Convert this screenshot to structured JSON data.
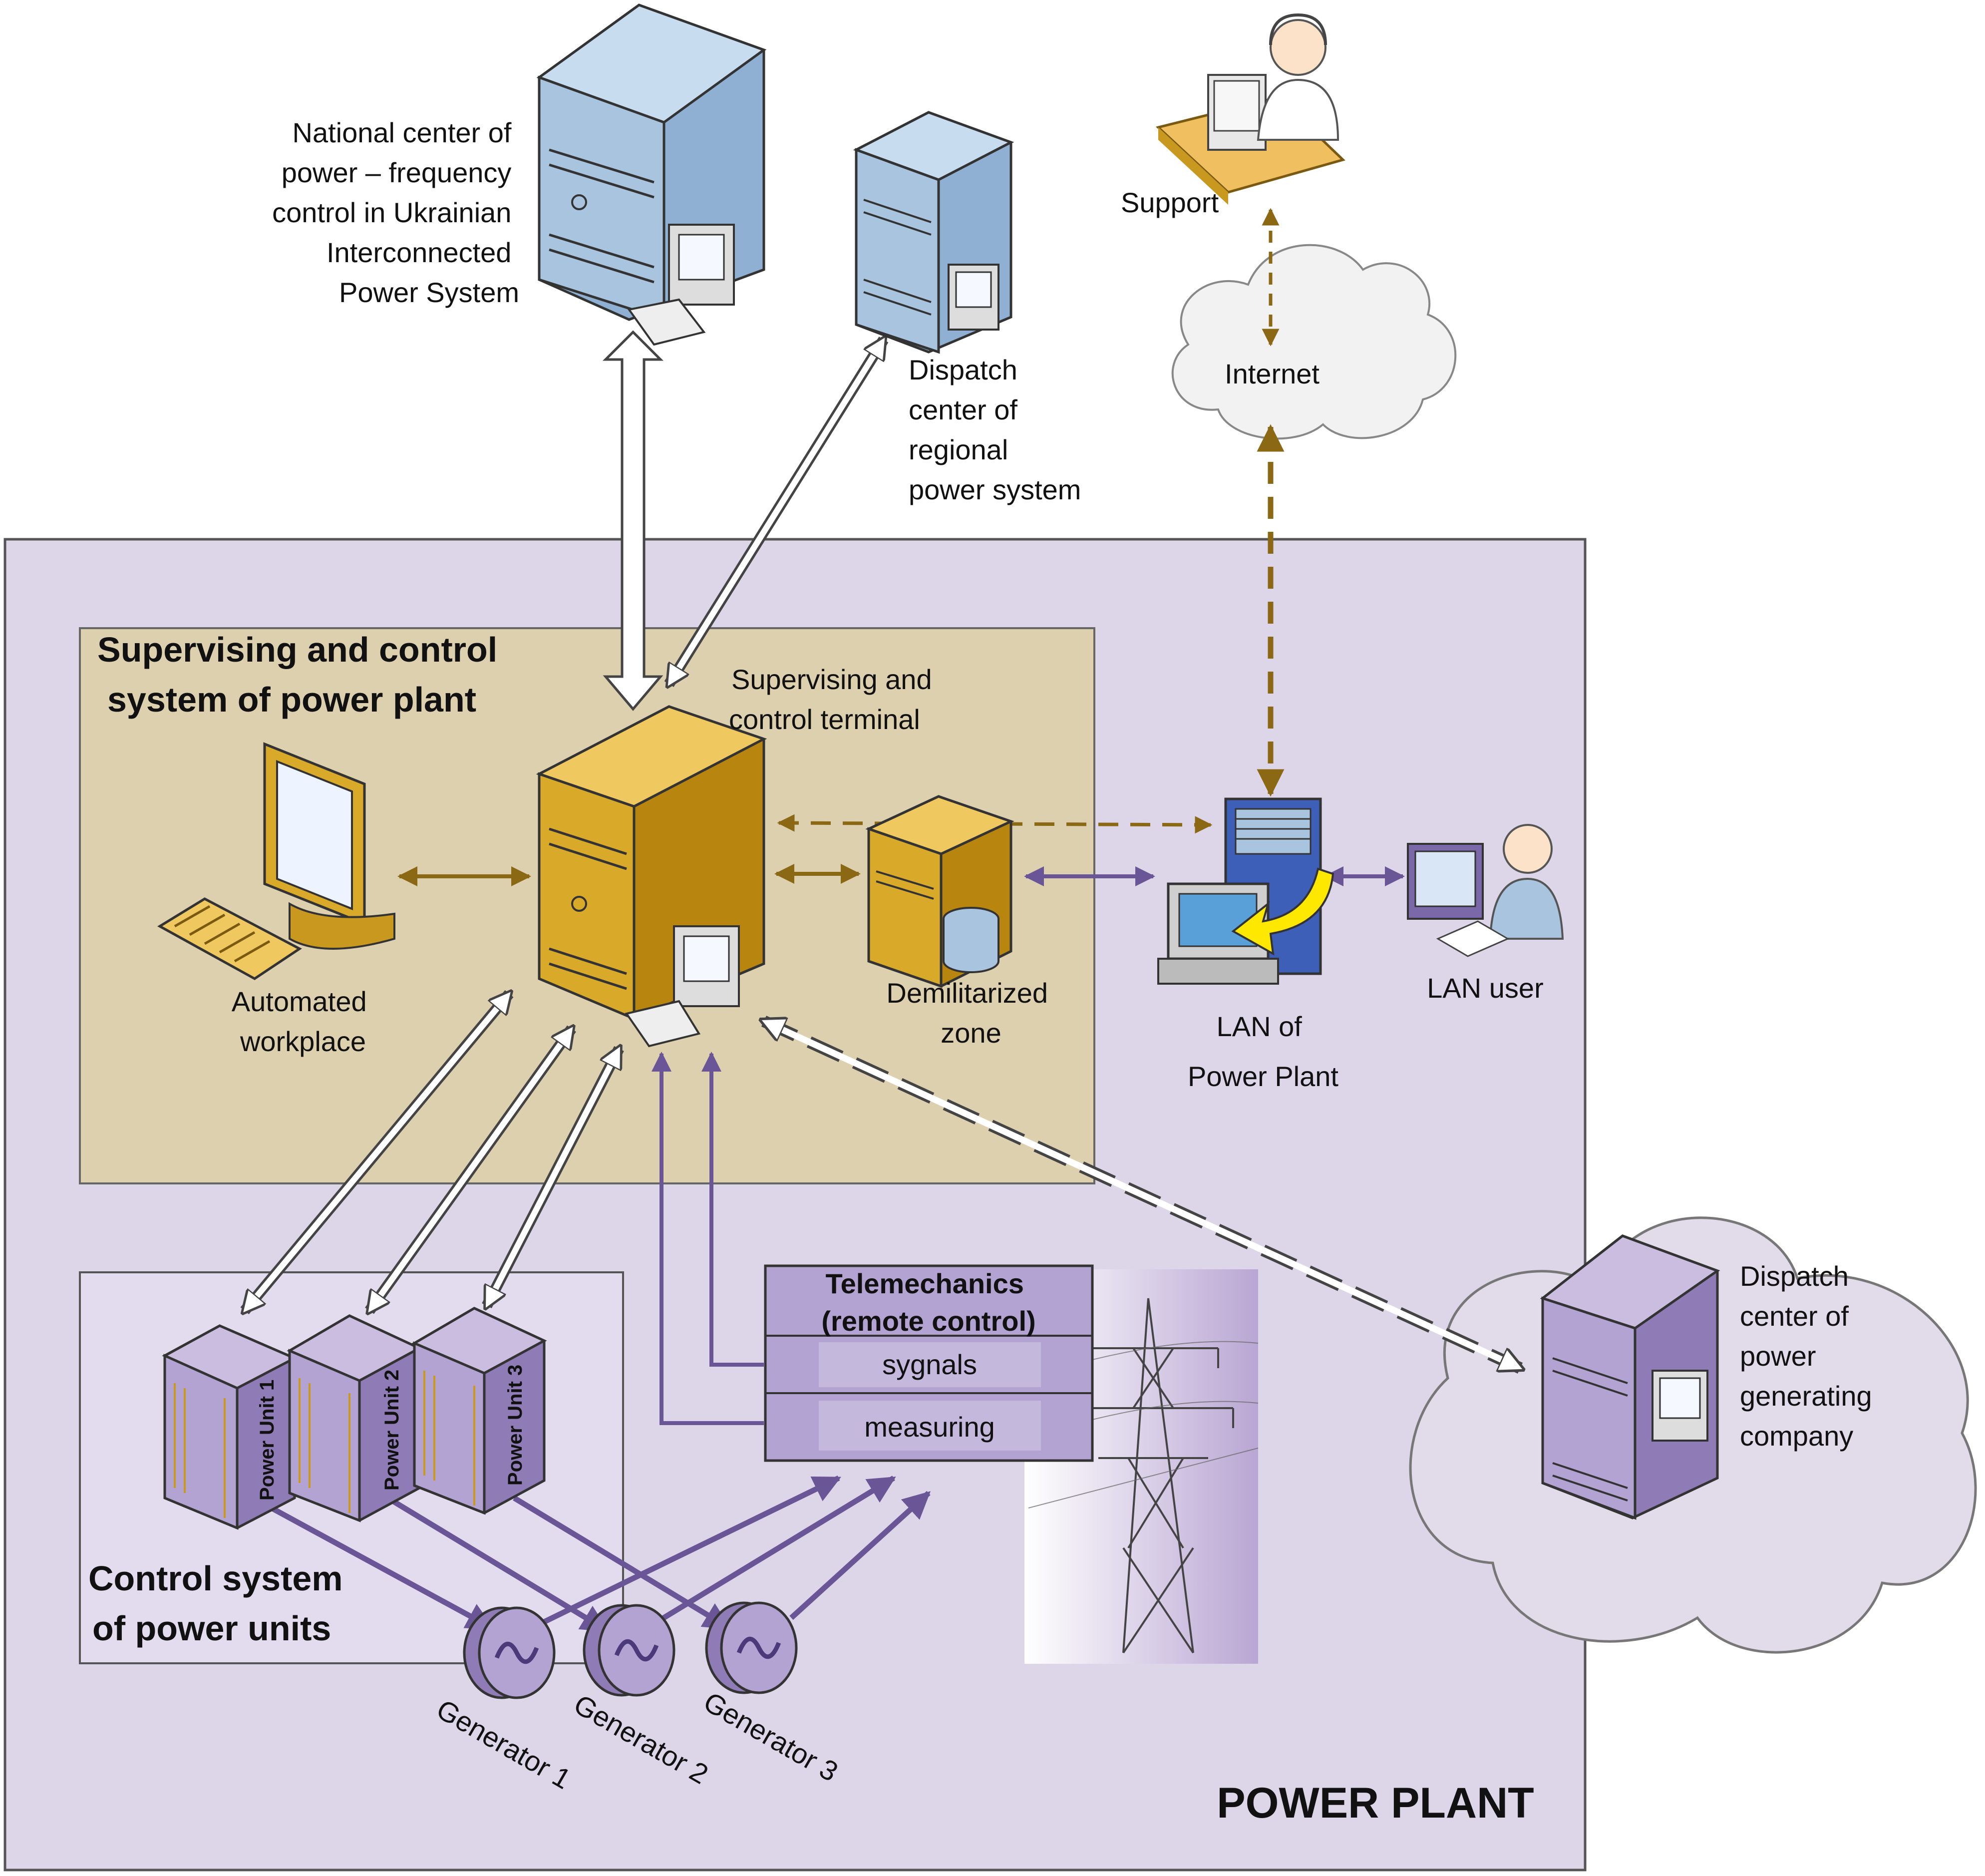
{
  "colors": {
    "plant_bg": "#dcd6e8",
    "scs_bg": "#ddd0ae",
    "gold": "#c9981f",
    "purple": "#6a5596",
    "blue_server": "#a9c4de",
    "brown_link": "#8b6914"
  },
  "labels": {
    "national_center": [
      "National center of",
      "power – frequency",
      "control in Ukrainian",
      "Interconnected",
      "Power System"
    ],
    "dispatch_regional": [
      "Dispatch",
      "center of",
      "regional",
      "power system"
    ],
    "support": "Support",
    "internet": "Internet",
    "scs_title": [
      "Supervising and control",
      "system of power plant"
    ],
    "terminal": [
      "Supervising and",
      "control terminal"
    ],
    "workplace": [
      "Automated",
      "workplace"
    ],
    "dmz": [
      "Demilitarized",
      "zone"
    ],
    "lan": [
      "LAN of",
      "Power Plant"
    ],
    "lan_user": "LAN user",
    "control_units": [
      "Control system",
      "of power units"
    ],
    "units": [
      "Power Unit 1",
      "Power Unit 2",
      "Power Unit 3"
    ],
    "telemechanics": [
      "Telemechanics",
      "(remote control)"
    ],
    "sygnals": "sygnals",
    "measuring": "measuring",
    "generators": [
      "Generator 1",
      "Generator 2",
      "Generator 3"
    ],
    "dispatch_company": [
      "Dispatch",
      "center of",
      "power",
      "generating",
      "company"
    ],
    "plant": "POWER PLANT"
  },
  "icons": {
    "server": "server-tower-icon",
    "workstation": "workstation-icon",
    "cloud": "cloud-icon",
    "generator": "generator-icon",
    "pylon": "transmission-tower-icon",
    "user": "user-icon"
  }
}
